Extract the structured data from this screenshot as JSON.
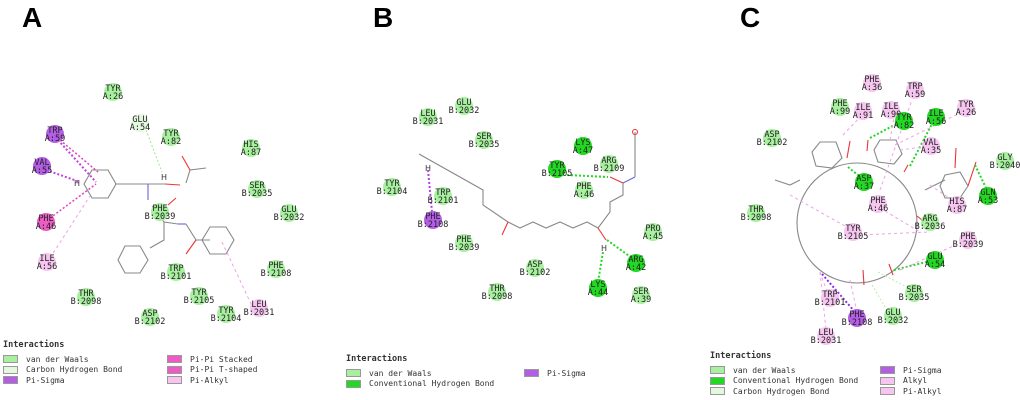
{
  "panels": [
    {
      "label": "A",
      "residues": [
        {
          "name": "TYR",
          "id": "A:26",
          "type": "vdw"
        },
        {
          "name": "GLU",
          "id": "A:54",
          "type": "carbon_hbond"
        },
        {
          "name": "TYR",
          "id": "A:82",
          "type": "vdw"
        },
        {
          "name": "TRP",
          "id": "A:59",
          "type": "pi_sigma"
        },
        {
          "name": "VAL",
          "id": "A:55",
          "type": "pi_sigma"
        },
        {
          "name": "PHE",
          "id": "A:46",
          "type": "pi_pi"
        },
        {
          "name": "ILE",
          "id": "A:56",
          "type": "pi_alkyl"
        },
        {
          "name": "HIS",
          "id": "A:87",
          "type": "vdw"
        },
        {
          "name": "SER",
          "id": "B:2035",
          "type": "vdw"
        },
        {
          "name": "GLU",
          "id": "B:2032",
          "type": "vdw"
        },
        {
          "name": "PHE",
          "id": "B:2039",
          "type": "vdw"
        },
        {
          "name": "PHE",
          "id": "B:2108",
          "type": "vdw"
        },
        {
          "name": "TRP",
          "id": "B:2101",
          "type": "vdw"
        },
        {
          "name": "TYR",
          "id": "B:2105",
          "type": "vdw"
        },
        {
          "name": "THR",
          "id": "B:2098",
          "type": "vdw"
        },
        {
          "name": "ASP",
          "id": "B:2102",
          "type": "vdw"
        },
        {
          "name": "TYR",
          "id": "B:2104",
          "type": "vdw"
        },
        {
          "name": "LEU",
          "id": "B:2031",
          "type": "pi_alkyl"
        }
      ],
      "legend": {
        "title": "Interactions",
        "left": [
          {
            "label": "van der Waals",
            "type": "vdw"
          },
          {
            "label": "Carbon Hydrogen Bond",
            "type": "carbon_hbond"
          },
          {
            "label": "Pi-Sigma",
            "type": "pi_sigma"
          }
        ],
        "right": [
          {
            "label": "Pi-Pi Stacked",
            "type": "pi_pi"
          },
          {
            "label": "Pi-Pi T-shaped",
            "type": "pi_pi"
          },
          {
            "label": "Pi-Alkyl",
            "type": "pi_alkyl"
          }
        ]
      }
    },
    {
      "label": "B",
      "residues": [
        {
          "name": "LEU",
          "id": "B:2031",
          "type": "vdw"
        },
        {
          "name": "GLU",
          "id": "B:2032",
          "type": "vdw"
        },
        {
          "name": "SER",
          "id": "B:2035",
          "type": "vdw"
        },
        {
          "name": "LYS",
          "id": "A:47",
          "type": "hbond"
        },
        {
          "name": "ARG",
          "id": "B:2109",
          "type": "vdw"
        },
        {
          "name": "TYR",
          "id": "B:2105",
          "type": "hbond"
        },
        {
          "name": "PHE",
          "id": "A:46",
          "type": "vdw"
        },
        {
          "name": "TYR",
          "id": "B:2104",
          "type": "vdw"
        },
        {
          "name": "TRP",
          "id": "B:2101",
          "type": "vdw"
        },
        {
          "name": "PHE",
          "id": "B:2108",
          "type": "pi_sigma"
        },
        {
          "name": "PHE",
          "id": "B:2039",
          "type": "vdw"
        },
        {
          "name": "PRO",
          "id": "A:45",
          "type": "vdw"
        },
        {
          "name": "ARG",
          "id": "A:42",
          "type": "hbond"
        },
        {
          "name": "ASP",
          "id": "B:2102",
          "type": "vdw"
        },
        {
          "name": "THR",
          "id": "B:2098",
          "type": "vdw"
        },
        {
          "name": "LYS",
          "id": "A:44",
          "type": "hbond"
        },
        {
          "name": "SER",
          "id": "A:39",
          "type": "vdw"
        }
      ],
      "legend": {
        "title": "Interactions",
        "left": [
          {
            "label": "van der Waals",
            "type": "vdw"
          },
          {
            "label": "Conventional Hydrogen Bond",
            "type": "hbond"
          }
        ],
        "right": [
          {
            "label": "Pi-Sigma",
            "type": "pi_sigma"
          }
        ]
      }
    },
    {
      "label": "C",
      "residues": [
        {
          "name": "PHE",
          "id": "A:36",
          "type": "pi_alkyl"
        },
        {
          "name": "TRP",
          "id": "A:59",
          "type": "pi_alkyl"
        },
        {
          "name": "PHE",
          "id": "A:99",
          "type": "vdw"
        },
        {
          "name": "ILE",
          "id": "A:91",
          "type": "pi_alkyl"
        },
        {
          "name": "ILE",
          "id": "A:90",
          "type": "pi_alkyl"
        },
        {
          "name": "TYR",
          "id": "A:82",
          "type": "hbond"
        },
        {
          "name": "ILE",
          "id": "A:56",
          "type": "hbond"
        },
        {
          "name": "TYR",
          "id": "A:26",
          "type": "pi_alkyl"
        },
        {
          "name": "ASP",
          "id": "B:2102",
          "type": "vdw"
        },
        {
          "name": "VAL",
          "id": "A:35",
          "type": "pi_alkyl"
        },
        {
          "name": "GLY",
          "id": "B:2040",
          "type": "vdw"
        },
        {
          "name": "ASP",
          "id": "A:37",
          "type": "hbond"
        },
        {
          "name": "GLN",
          "id": "A:53",
          "type": "hbond"
        },
        {
          "name": "PHE",
          "id": "A:46",
          "type": "pi_alkyl"
        },
        {
          "name": "HIS",
          "id": "A:87",
          "type": "pi_alkyl"
        },
        {
          "name": "THR",
          "id": "B:2098",
          "type": "vdw"
        },
        {
          "name": "ARG",
          "id": "B:2036",
          "type": "vdw"
        },
        {
          "name": "TYR",
          "id": "B:2105",
          "type": "pi_alkyl"
        },
        {
          "name": "PHE",
          "id": "B:2039",
          "type": "pi_alkyl"
        },
        {
          "name": "GLU",
          "id": "A:54",
          "type": "hbond"
        },
        {
          "name": "SER",
          "id": "B:2035",
          "type": "vdw"
        },
        {
          "name": "TRP",
          "id": "B:2101",
          "type": "pi_alkyl"
        },
        {
          "name": "PHE",
          "id": "B:2108",
          "type": "pi_sigma"
        },
        {
          "name": "GLU",
          "id": "B:2032",
          "type": "vdw"
        },
        {
          "name": "LEU",
          "id": "B:2031",
          "type": "pi_alkyl"
        }
      ],
      "legend": {
        "title": "Interactions",
        "left": [
          {
            "label": "van der Waals",
            "type": "vdw"
          },
          {
            "label": "Conventional Hydrogen Bond",
            "type": "hbond"
          },
          {
            "label": "Carbon Hydrogen Bond",
            "type": "carbon_hbond"
          }
        ],
        "right": [
          {
            "label": "Pi-Sigma",
            "type": "pi_sigma"
          },
          {
            "label": "Alkyl",
            "type": "pi_alkyl"
          },
          {
            "label": "Pi-Alkyl",
            "type": "pi_alkyl"
          }
        ]
      }
    }
  ],
  "type_colors": {
    "vdw": "#a8f0a0",
    "hbond": "#22d822",
    "carbon_hbond": "#e4f8e0",
    "pi_sigma": "#b45ee6",
    "pi_pi": "#ec5cc4",
    "pi_alkyl": "#f6c6f0"
  }
}
